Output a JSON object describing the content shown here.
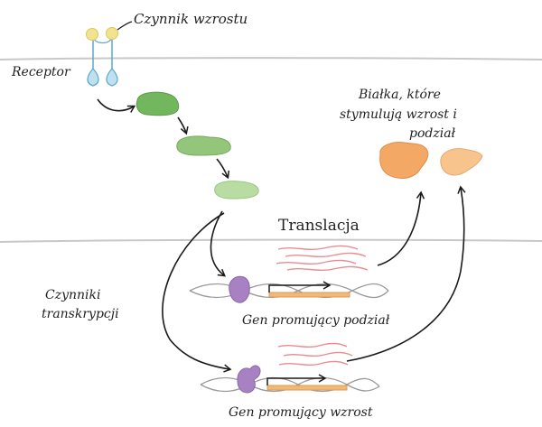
{
  "labels": {
    "growth_factor": "Czynnik wzrostu",
    "receptor": "Receptor",
    "proteins_line1": "Białka, które",
    "proteins_line2": "stymulują wzrost i",
    "proteins_line3": "podział",
    "translation": "Translacja",
    "tf_line1": "Czynniki",
    "tf_line2": "transkrypcji",
    "gene_division": "Gen promujący podział",
    "gene_growth": "Gen promujący wzrost"
  },
  "colors": {
    "ligand": "#f3e38f",
    "receptor": "#bfe0ef",
    "kinase_dark": "#72b65d",
    "kinase_mid": "#93c57b",
    "kinase_light": "#b9dca2",
    "protein_dark": "#f3a866",
    "protein_light": "#f7c48e",
    "transcription_factor": "#a781c2",
    "gene": "#f2b878",
    "mrna": "#e98d93"
  }
}
